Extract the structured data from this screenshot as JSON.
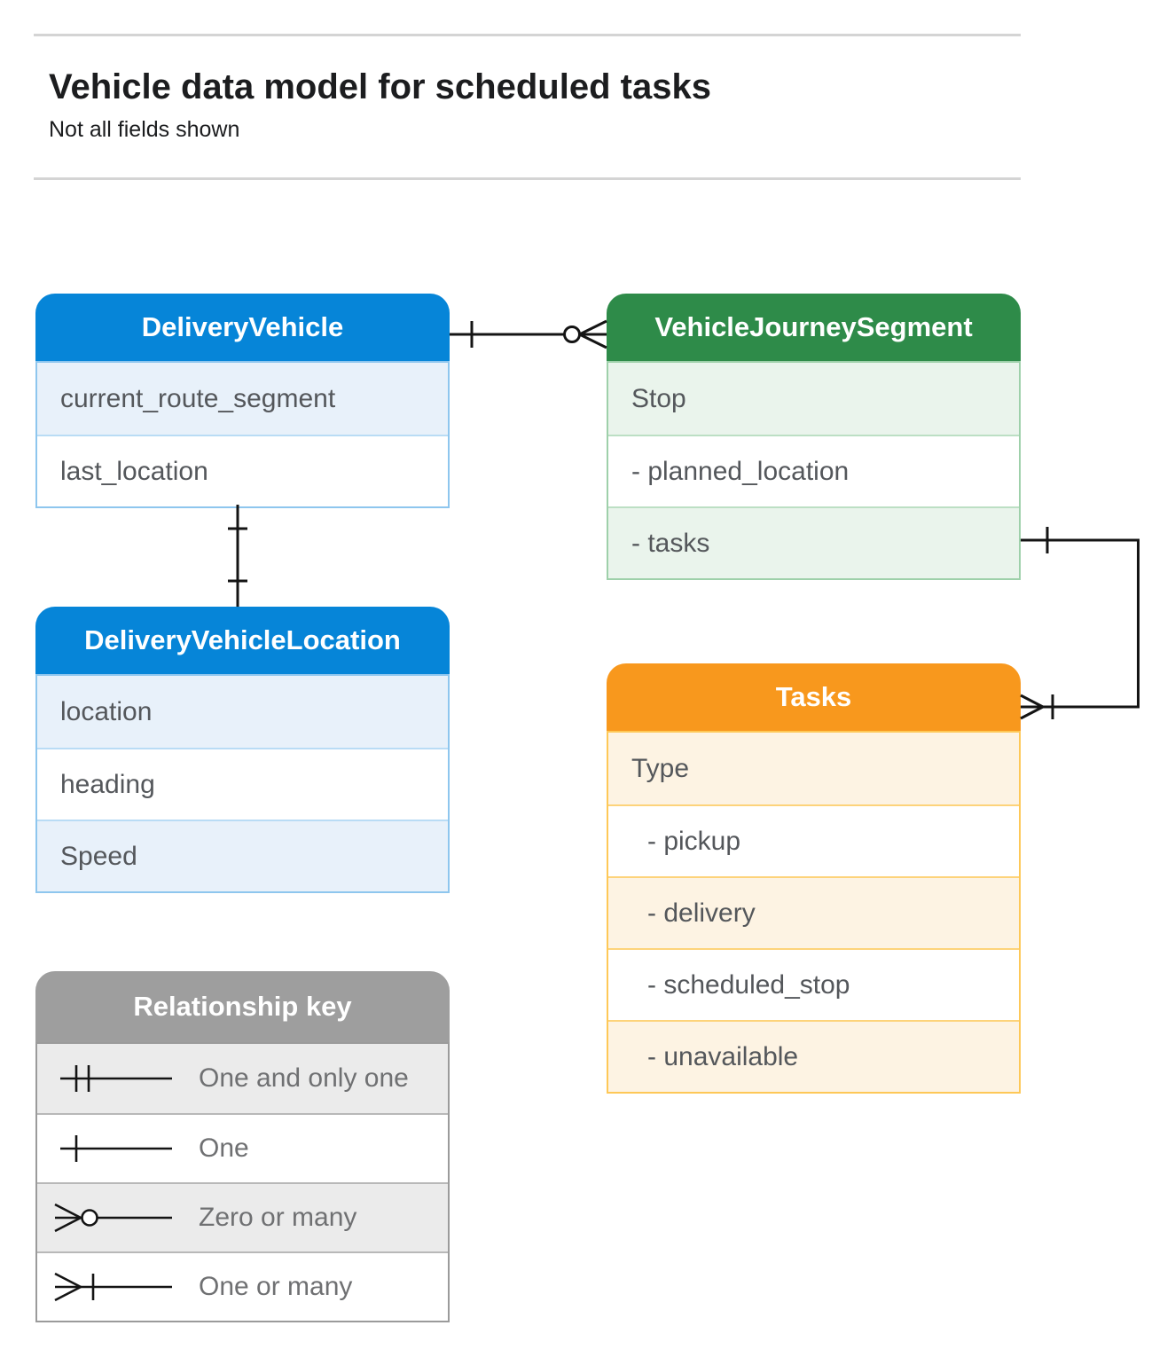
{
  "header": {
    "title": "Vehicle data model for scheduled tasks",
    "subtitle": "Not all fields shown"
  },
  "entities": {
    "delivery_vehicle": {
      "title": "DeliveryVehicle",
      "fields": [
        "current_route_segment",
        "last_location"
      ]
    },
    "vehicle_journey_segment": {
      "title": "VehicleJourneySegment",
      "fields": [
        "Stop",
        "- planned_location",
        "- tasks"
      ]
    },
    "delivery_vehicle_location": {
      "title": "DeliveryVehicleLocation",
      "fields": [
        "location",
        "heading",
        "Speed"
      ]
    },
    "tasks": {
      "title": "Tasks",
      "fields": [
        "Type",
        "- pickup",
        "- delivery",
        "- scheduled_stop",
        "- unavailable"
      ]
    }
  },
  "relationships": [
    {
      "from": "DeliveryVehicle",
      "to": "VehicleJourneySegment",
      "from_cardinality": "one",
      "to_cardinality": "zero-or-many"
    },
    {
      "from": "DeliveryVehicle",
      "to": "DeliveryVehicleLocation",
      "from_cardinality": "one",
      "to_cardinality": "one"
    },
    {
      "from": "VehicleJourneySegment.tasks",
      "to": "Tasks",
      "from_cardinality": "one",
      "to_cardinality": "one-or-many"
    }
  ],
  "legend": {
    "title": "Relationship key",
    "items": [
      {
        "symbol": "one-and-only-one",
        "label": "One and only one"
      },
      {
        "symbol": "one",
        "label": "One"
      },
      {
        "symbol": "zero-or-many",
        "label": "Zero or many"
      },
      {
        "symbol": "one-or-many",
        "label": "One or many"
      }
    ]
  },
  "colors": {
    "blue_header": "#0685d8",
    "blue_tint": "#e8f1fa",
    "blue_border": "#8ec6ee",
    "green_header": "#2e8b49",
    "green_tint": "#eaf4ec",
    "green_border": "#9ed0aa",
    "orange_header": "#f8981d",
    "orange_tint": "#fdf3e3",
    "orange_border": "#fec857",
    "gray_header": "#9e9e9e",
    "gray_tint": "#ebebeb",
    "gray_border": "#9b9b9b",
    "connector": "#141414",
    "field_text": "#54575b",
    "rule": "#d4d4d4"
  }
}
